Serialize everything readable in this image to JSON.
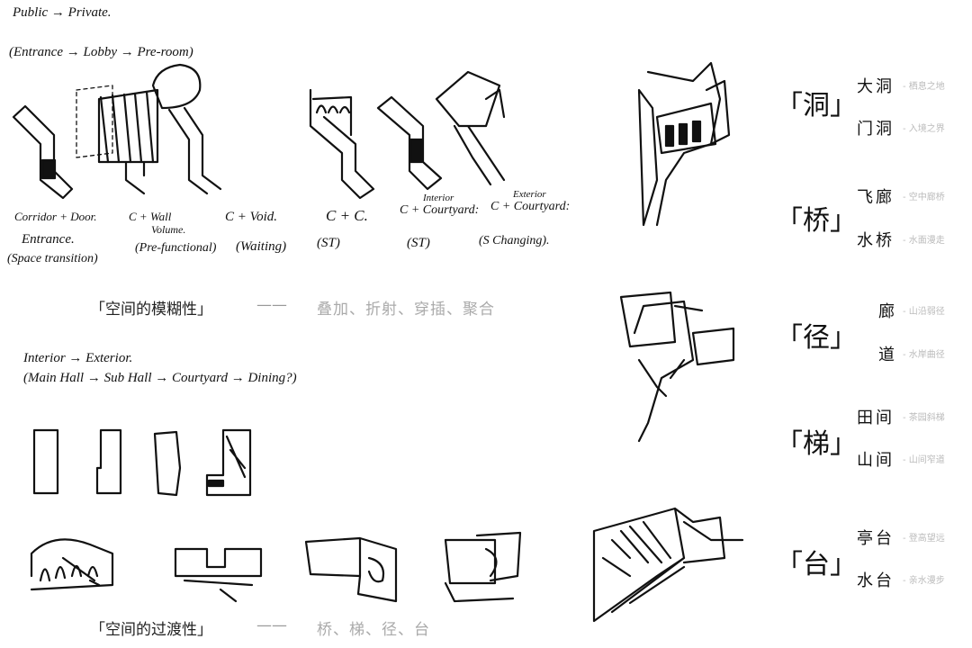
{
  "top": {
    "heading": "Public → Private.",
    "sequence": "(Entrance → Lobby → Pre-room)",
    "labels": [
      {
        "line1": "Corridor + Door.",
        "line2": "Entrance.",
        "line3": "(Space transition)"
      },
      {
        "line1": "C + Wall",
        "line2": "Volume.",
        "line3": "(Pre-functional)"
      },
      {
        "line1": "C + Void.",
        "line2": "(Waiting)"
      },
      {
        "line1": "C + C.",
        "line2": "(ST)"
      },
      {
        "line1": "C + Courtyard:",
        "sup": "Interior",
        "line2": "(ST)"
      },
      {
        "line1": "C + Courtyard:",
        "sup": "Exterior",
        "line2": "(S Changing)."
      }
    ],
    "caption": "「空间的模糊性」",
    "dash": "——",
    "keywords": "叠加、折射、穿插、聚合"
  },
  "bottom": {
    "heading": "Interior → Exterior.",
    "sequence": "(Main Hall → Sub Hall → Courtyard → Dining?)",
    "caption": "「空间的过渡性」",
    "dash": "——",
    "keywords": "桥、梯、径、台"
  },
  "right": [
    {
      "bracket": "「洞」",
      "items": [
        {
          "name": "大洞",
          "sub": "- 栖息之地"
        },
        {
          "name": "门洞",
          "sub": "- 入境之界"
        }
      ]
    },
    {
      "bracket": "「桥」",
      "items": [
        {
          "name": "飞廊",
          "sub": "- 空中廊桥"
        },
        {
          "name": "水桥",
          "sub": "- 水面漫走"
        }
      ]
    },
    {
      "bracket": "「径」",
      "items": [
        {
          "name": "廊",
          "sub": "- 山沿弱径"
        },
        {
          "name": "道",
          "sub": "- 水岸曲径"
        }
      ]
    },
    {
      "bracket": "「梯」",
      "items": [
        {
          "name": "田间",
          "sub": "- 茶园斜梯"
        },
        {
          "name": "山间",
          "sub": "- 山间窄道"
        }
      ]
    },
    {
      "bracket": "「台」",
      "items": [
        {
          "name": "亭台",
          "sub": "- 登高望远"
        },
        {
          "name": "水台",
          "sub": "- 亲水漫步"
        }
      ]
    }
  ]
}
